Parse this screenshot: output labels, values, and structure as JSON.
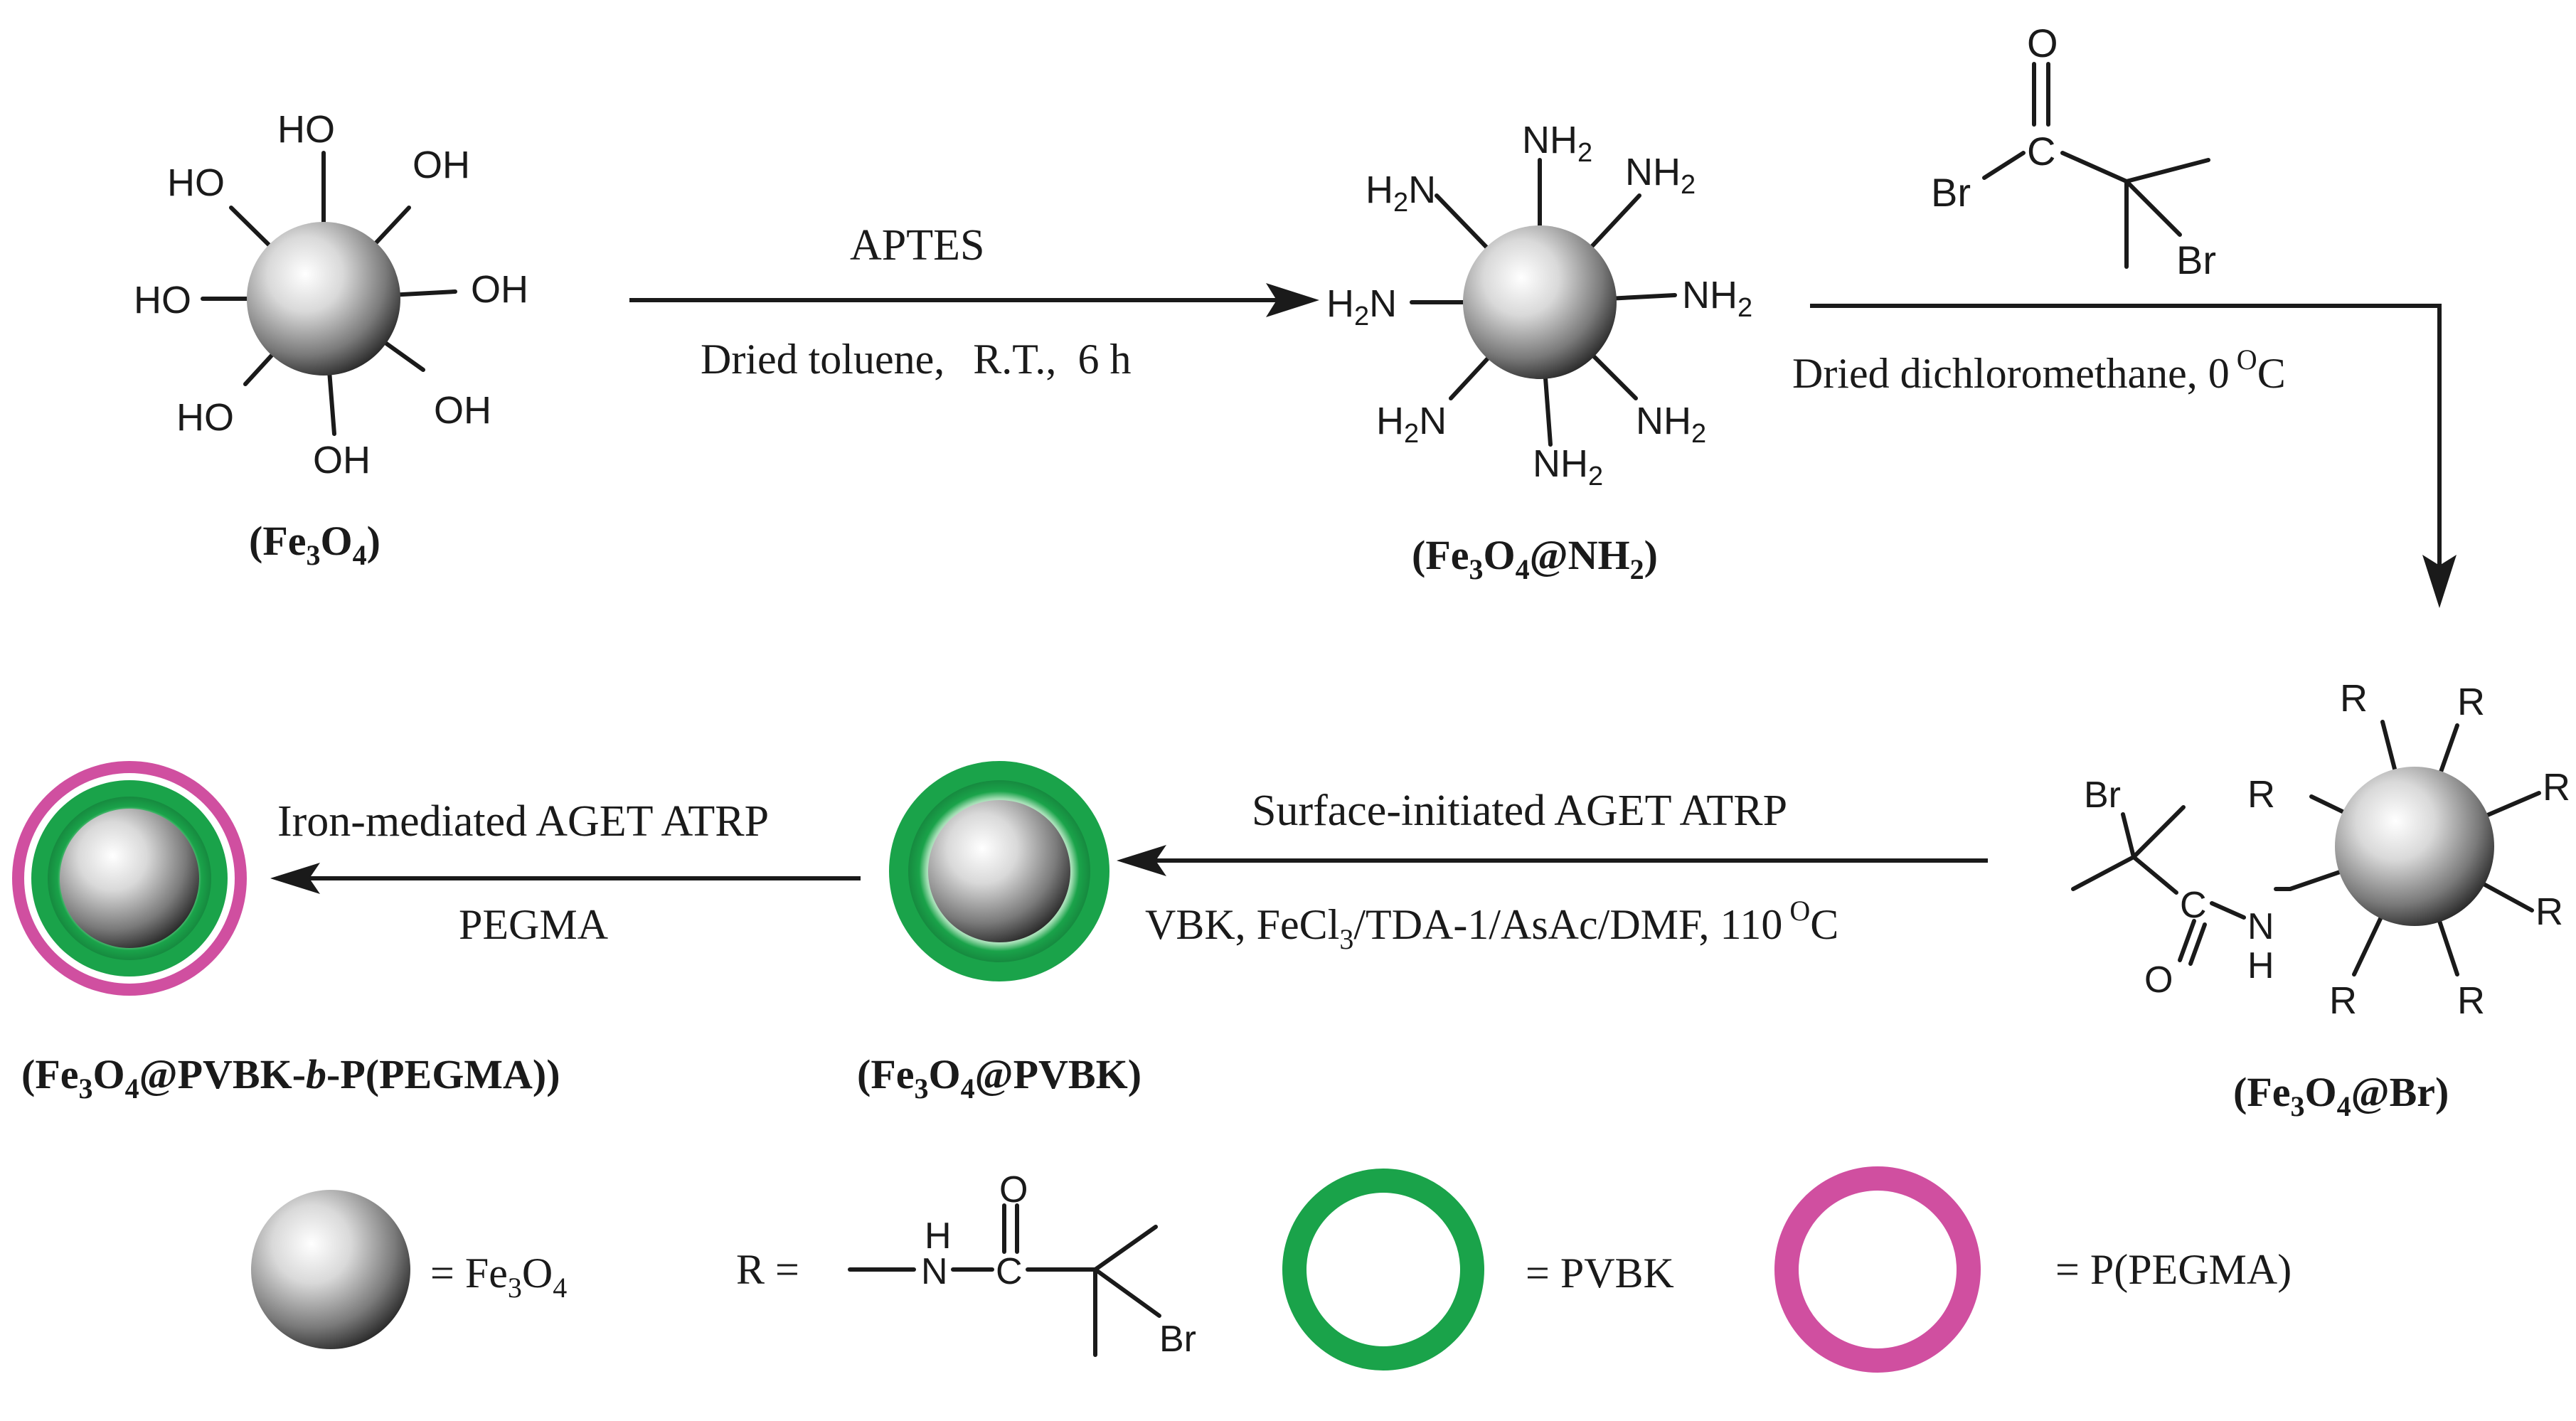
{
  "colors": {
    "pvbk": "#1aa34a",
    "pegma": "#d04fa0",
    "core_light": "#ffffff",
    "core_dark": "#2a2a2a",
    "ink": "#1a1a1a"
  },
  "fe3o4": {
    "name_main": "(Fe",
    "name_sub3": "3",
    "name_mid": "O",
    "name_sub4": "4",
    "name_end": ")",
    "groups": [
      "HO",
      "OH",
      "HO",
      "OH",
      "HO",
      "OH",
      "OH",
      "HO"
    ]
  },
  "fe3o4_nh2": {
    "groups": [
      "NH2",
      "NH2",
      "H2N",
      "NH2",
      "H2N",
      "NH2",
      "NH2",
      "H2N"
    ],
    "label_a": "(Fe",
    "label_b": "3",
    "label_c": "O",
    "label_d": "4",
    "label_e": "@NH",
    "label_f": "2",
    "label_g": ")"
  },
  "step1": {
    "reagent": "APTES",
    "conditions_a": "Dried toluene,",
    "conditions_b": "R.T.,",
    "conditions_c": "6 h"
  },
  "step2": {
    "reagent_o": "O",
    "reagent_c": "C",
    "reagent_br1": "Br",
    "reagent_br2": "Br",
    "conditions_a": "Dried dichloromethane, 0",
    "conditions_sup": "O",
    "conditions_b": "C"
  },
  "fe3o4_br": {
    "r_label": "R",
    "br": "Br",
    "c": "C",
    "o": "O",
    "n": "N",
    "h": "H",
    "label_a": "(Fe",
    "label_b": "3",
    "label_c": "O",
    "label_d": "4",
    "label_e": "@Br)"
  },
  "step3": {
    "reagent": "Surface-initiated AGET ATRP",
    "conditions_a": "VBK,  FeCl",
    "conditions_sub": "3",
    "conditions_b": "/TDA-1/AsAc/DMF, 110",
    "conditions_sup": "O",
    "conditions_c": "C"
  },
  "fe3o4_pvbk": {
    "label_a": "(Fe",
    "label_b": "3",
    "label_c": "O",
    "label_d": "4",
    "label_e": "@PVBK)"
  },
  "step4": {
    "reagent": "Iron-mediated AGET ATRP",
    "conditions": "PEGMA"
  },
  "fe3o4_block": {
    "label_a": "(Fe",
    "label_b": "3",
    "label_c": "O",
    "label_d": "4",
    "label_e": "@PVBK-",
    "label_f": "b",
    "label_g": "-P(PEGMA))"
  },
  "legend": {
    "core_eq": "= Fe",
    "core_sub3": "3",
    "core_o": "O",
    "core_sub4": "4",
    "r_eq": "R =",
    "r_h": "H",
    "r_n": "N",
    "r_c": "C",
    "r_o": "O",
    "r_br": "Br",
    "pvbk_eq": "=  PVBK",
    "pegma_eq": "=  P(PEGMA)"
  }
}
